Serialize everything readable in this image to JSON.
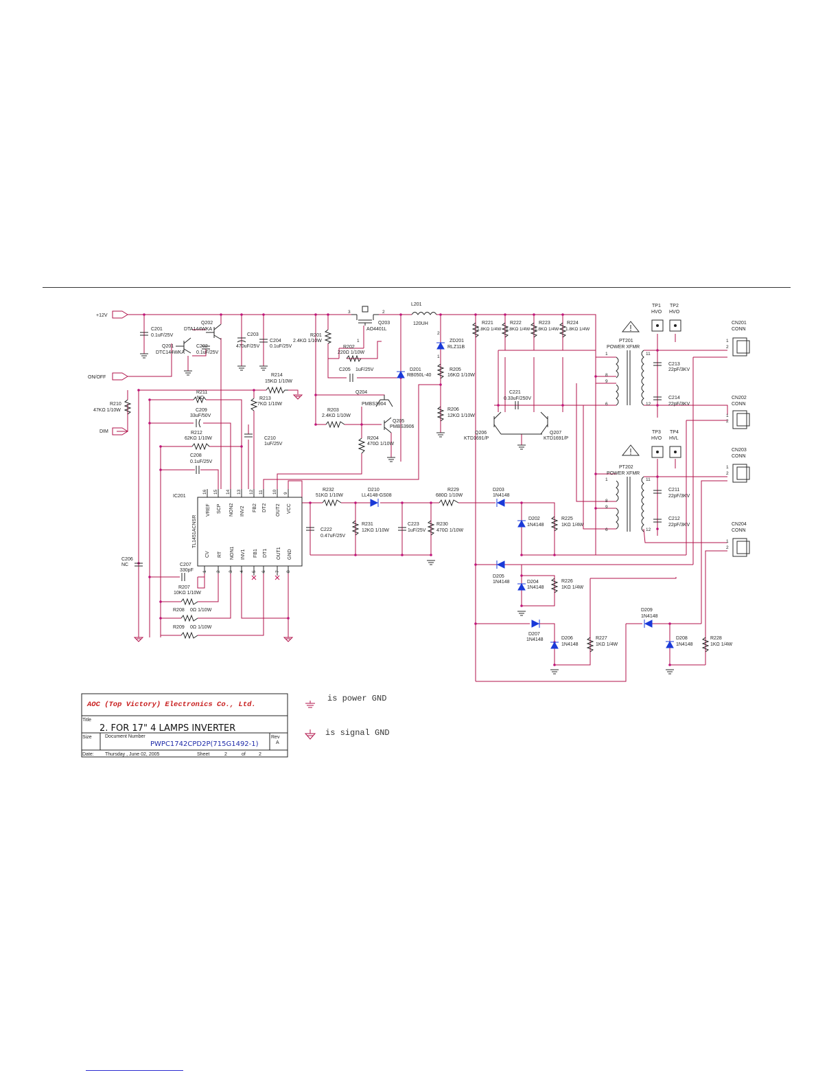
{
  "colors": {
    "wire": "#b0124a",
    "diode": "#1a3ad8",
    "company": "#c81e1e",
    "docnum": "#1e2aa8"
  },
  "nets": {
    "v12": "+12V",
    "onoff": "ON/OFF",
    "dim": "DIM"
  },
  "ic": {
    "ref": "IC201",
    "part": "TL1451ACNSR",
    "top_pins": [
      {
        "num": "16",
        "name": "VREF"
      },
      {
        "num": "15",
        "name": "SCP"
      },
      {
        "num": "14",
        "name": "NON2"
      },
      {
        "num": "13",
        "name": "INV2"
      },
      {
        "num": "12",
        "name": "FB2"
      },
      {
        "num": "11",
        "name": "DT2"
      },
      {
        "num": "10",
        "name": "OUT2"
      },
      {
        "num": "9",
        "name": "VCC"
      }
    ],
    "bottom_pins": [
      {
        "num": "1",
        "name": "CV"
      },
      {
        "num": "2",
        "name": "RT"
      },
      {
        "num": "3",
        "name": "NON1"
      },
      {
        "num": "4",
        "name": "INV1"
      },
      {
        "num": "5",
        "name": "FB1"
      },
      {
        "num": "6",
        "name": "DT1"
      },
      {
        "num": "7",
        "name": "OUT1"
      },
      {
        "num": "8",
        "name": "GND"
      }
    ]
  },
  "components": {
    "C201": [
      "C201",
      "0.1uF/25V"
    ],
    "Q202": [
      "Q202",
      "DTA144WKA"
    ],
    "Q201": [
      "Q201",
      "DTC144WKA"
    ],
    "C202": [
      "C202",
      "0.1uF/25V"
    ],
    "C203": [
      "C203",
      "470uF/25V"
    ],
    "C204": [
      "C204",
      "0.1uF/25V"
    ],
    "R201": [
      "R201",
      "2.4KΩ 1/10W"
    ],
    "Q203": [
      "Q203",
      "AO4401L"
    ],
    "R202": [
      "R202",
      "220Ω 1/10W"
    ],
    "L201": [
      "L201",
      "120UH"
    ],
    "ZD201": [
      "ZD201",
      "RLZ11B"
    ],
    "D201": [
      "D201",
      "RB050L-40"
    ],
    "C205": [
      "C205",
      "1uF/25V"
    ],
    "R205": [
      "R205",
      "16KΩ 1/10W"
    ],
    "R206": [
      "R206",
      "12KΩ 1/10W"
    ],
    "R214": [
      "R214",
      "15KΩ 1/10W"
    ],
    "R211": [
      "R211",
      "NC"
    ],
    "R213": [
      "R213",
      "7KΩ 1/10W"
    ],
    "R210": [
      "R210",
      "47KΩ 1/10W"
    ],
    "C209": [
      "C209",
      "33uF/50V"
    ],
    "R212": [
      "R212",
      "62KΩ 1/10W"
    ],
    "C210": [
      "C210",
      "1uF/25V"
    ],
    "C208": [
      "C208",
      "0.1uF/25V"
    ],
    "Q204": [
      "Q204",
      "PMBS3904"
    ],
    "R203": [
      "R203",
      "2.4KΩ 1/10W"
    ],
    "Q205": [
      "Q205",
      "PMBS3906"
    ],
    "R204": [
      "R204",
      "470Ω 1/10W"
    ],
    "R221": [
      "R221",
      "1.8KΩ 1/4W"
    ],
    "R222": [
      "R222",
      "1.8KΩ 1/4W"
    ],
    "R223": [
      "R223",
      "1.8KΩ 1/4W"
    ],
    "R224": [
      "R224",
      "1.8KΩ 1/4W"
    ],
    "C221": [
      "C221",
      "0.33uF/250V"
    ],
    "Q206": [
      "Q206",
      "KTD1691/P"
    ],
    "Q207": [
      "Q207",
      "KTD1691/P"
    ],
    "PT201": [
      "PT201",
      "POWER XFMR"
    ],
    "PT202": [
      "PT202",
      "POWER XFMR"
    ],
    "TP1": [
      "TP1",
      "HVO"
    ],
    "TP2": [
      "TP2",
      "HVO"
    ],
    "TP3": [
      "TP3",
      "HVO"
    ],
    "TP4": [
      "TP4",
      "HVL"
    ],
    "C213": [
      "C213",
      "22pF/3KV"
    ],
    "C214": [
      "C214",
      "22pF/3KV"
    ],
    "C211": [
      "C211",
      "22pF/3KV"
    ],
    "C212": [
      "C212",
      "22pF/3KV"
    ],
    "CN201": [
      "CN201",
      "CONN"
    ],
    "CN202": [
      "CN202",
      "CONN"
    ],
    "CN203": [
      "CN203",
      "CONN"
    ],
    "CN204": [
      "CN204",
      "CONN"
    ],
    "R232": [
      "R232",
      "51KΩ 1/10W"
    ],
    "D210": [
      "D210",
      "LL4148-GS08"
    ],
    "R229": [
      "R229",
      "680Ω 1/10W"
    ],
    "D203": [
      "D203",
      "1N4148"
    ],
    "D202": [
      "D202",
      "1N4148"
    ],
    "R225": [
      "R225",
      "1KΩ 1/4W"
    ],
    "C222": [
      "C222",
      "0.47uF/25V"
    ],
    "R231": [
      "R231",
      "12KΩ 1/10W"
    ],
    "C223": [
      "C223",
      "1uF/25V"
    ],
    "R230": [
      "R230",
      "470Ω 1/10W"
    ],
    "C206": [
      "C206",
      "NC"
    ],
    "C207": [
      "C207",
      "330pF"
    ],
    "R207": [
      "R207",
      "10KΩ 1/10W"
    ],
    "R208": [
      "R208",
      "0Ω 1/10W"
    ],
    "R209": [
      "R209",
      "0Ω 1/10W"
    ],
    "D205": [
      "D205",
      "1N4148"
    ],
    "D204": [
      "D204",
      "1N4148"
    ],
    "R226": [
      "R226",
      "1KΩ 1/4W"
    ],
    "D207": [
      "D207",
      "1N4148"
    ],
    "D206": [
      "D206",
      "1N4148"
    ],
    "R227": [
      "R227",
      "1KΩ 1/4W"
    ],
    "D209": [
      "D209",
      "1N4148"
    ],
    "D208": [
      "D208",
      "1N4148"
    ],
    "R228": [
      "R228",
      "1KΩ 1/4W"
    ]
  },
  "pins": {
    "xf_p1": "1",
    "xf_p8": "8",
    "xf_p9": "9",
    "xf_p6": "6",
    "xf_s1": "11",
    "xf_s2": "12",
    "cn1": "1",
    "cn2": "2",
    "q3_3": "3",
    "q3_2": "2",
    "q3_1": "1",
    "zd_2": "2",
    "zd_1": "1"
  },
  "title_block": {
    "company": "AOC (Top Victory) Electronics Co., Ltd.",
    "title_label": "Title",
    "title": "2. FOR 17\" 4 LAMPS  INVERTER",
    "size_label": "Size",
    "docnum_label": "Document Number",
    "docnum": "PWPC1742CPD2P(715G1492-1)",
    "rev_label": "Rev",
    "rev": "A",
    "date_label": "Date:",
    "date": "Thursday , June 02, 2005",
    "sheet_label": "Sheet",
    "sheet": "2",
    "of_label": "of",
    "sheet_total": "2"
  },
  "legend": {
    "power_gnd": "is power GND",
    "signal_gnd": "is signal GND"
  }
}
